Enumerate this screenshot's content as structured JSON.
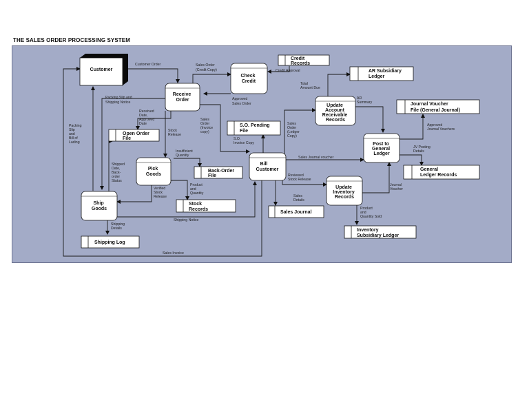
{
  "title": "THE SALES ORDER PROCESSING SYSTEM",
  "entities": {
    "customer": "Customer"
  },
  "processes": {
    "receive_order": [
      "Receive",
      "Order"
    ],
    "check_credit": [
      "Check",
      "Credit"
    ],
    "pick_goods": [
      "Pick",
      "Goods"
    ],
    "ship_goods": [
      "Ship",
      "Goods"
    ],
    "bill_customer": [
      "Bill",
      "Customer"
    ],
    "update_ar": [
      "Update",
      "Account",
      "Receivable",
      "Records"
    ],
    "update_inventory": [
      "Update",
      "Inventory",
      "Records"
    ],
    "post_gl": [
      "Post to",
      "General",
      "Ledger"
    ]
  },
  "stores": {
    "credit_records": [
      "Credit",
      "Records"
    ],
    "ar_ledger": [
      "AR Subsidiary",
      "Ledger"
    ],
    "journal_voucher": [
      "Journal Voucher",
      "File (General Journal)"
    ],
    "open_order": [
      "Open Order",
      "File"
    ],
    "so_pending": [
      "S.O. Pending",
      "File"
    ],
    "back_order": [
      "Back-Order",
      "File"
    ],
    "stock_records": [
      "Stock",
      "Records"
    ],
    "gl_records": [
      "General",
      "Ledger Records"
    ],
    "sales_journal": [
      "Sales Journal"
    ],
    "shipping_log": [
      "Shipping Log"
    ],
    "inventory_ledger": [
      "Inventory",
      "Subsidiary Ledger"
    ]
  },
  "flows": {
    "customer_order": "Customer Order",
    "sales_order_credit": [
      "Sales Order",
      "(Credit Copy)"
    ],
    "credit_approval": "Credit Approval",
    "approved_sales_order": [
      "Approved",
      "Sales Order"
    ],
    "packing_slip": [
      "Packing Slip and",
      "Shipping Notice"
    ],
    "packing_slip_bol": [
      "Packing",
      "Slip",
      "and",
      "Bill of",
      "Lading"
    ],
    "received_date": [
      "Received",
      "Date,",
      "Approved",
      "Date"
    ],
    "stock_release": [
      "Stock",
      "Release"
    ],
    "sales_order_invoice": [
      "Sales",
      "Order",
      "(Invoice",
      "copy)"
    ],
    "total_amount_due": [
      "Total",
      "Amount Due"
    ],
    "ar_summary": [
      "AR",
      "Summary"
    ],
    "sales_order_ledger": [
      "Sales",
      "Order",
      "(Ledger",
      "Copy)"
    ],
    "so_invoice_copy": [
      "S.O.",
      "Invoice Copy"
    ],
    "approved_jv": [
      "Approved",
      "Journal Vouchers"
    ],
    "jv_posting": [
      "JV Posting",
      "Details"
    ],
    "sales_journal_voucher": "Sales Journal voucher",
    "insufficient_qty": [
      "Insufficient",
      "Quantity"
    ],
    "shipped_date": [
      "Shipped",
      "Date,",
      "Back-",
      "order",
      "Status"
    ],
    "verified_stock": [
      "Verified",
      "Stock",
      "Release"
    ],
    "product_qty": [
      "Product",
      "and",
      "Quantity"
    ],
    "reviewed_stock": [
      "Reviewed",
      "Stock Release"
    ],
    "journal_voucher": [
      "Journal",
      "Voucher"
    ],
    "sales_details": [
      "Sales",
      "Details"
    ],
    "shipping_notice": "Shipping Notice",
    "shipping_details": [
      "Shipping",
      "Details"
    ],
    "product_qty_sold": [
      "Product",
      "and",
      "Quantity Sold"
    ],
    "sales_invoice": "Sales Invoice"
  }
}
